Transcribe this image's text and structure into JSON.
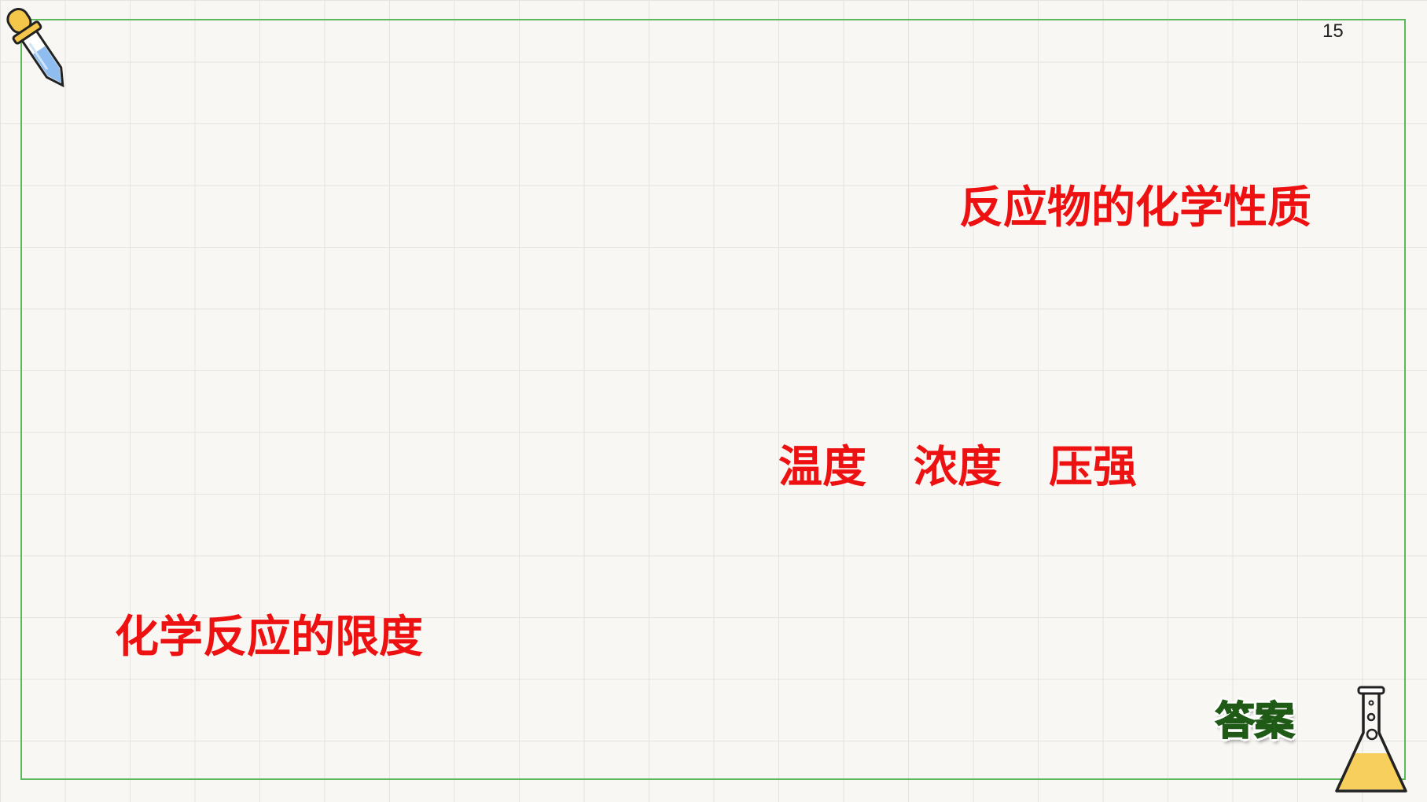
{
  "slide": {
    "page_number": "15"
  },
  "answers": {
    "text_1": "反应物的化学性质",
    "text_2": [
      "温度",
      "浓度",
      "压强"
    ],
    "text_3": "化学反应的限度"
  },
  "answer_button": {
    "label": "答案"
  },
  "colors": {
    "answer_text": "#ee1111",
    "frame": "#5cb85c",
    "button_green": "#3a8a2c"
  },
  "icons": [
    "dropper-icon",
    "flask-icon"
  ]
}
